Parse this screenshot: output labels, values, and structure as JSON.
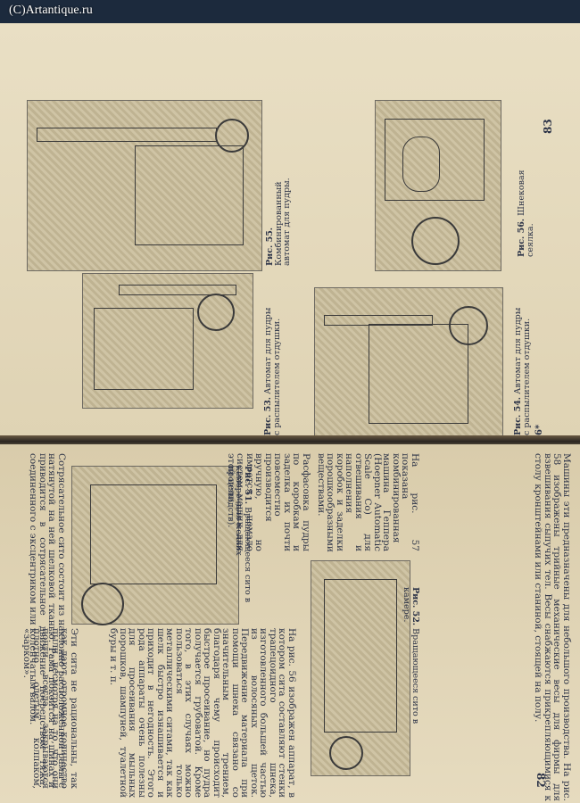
{
  "watermark": "(C)Artantique.ru",
  "top_page": {
    "page_number": "83",
    "signature_mark": "6*",
    "captions": [
      {
        "label": "Рис. 53.",
        "text": "Автомат для пудры с распылителем отдушки."
      },
      {
        "label": "Рис. 55.",
        "text": "Комбинированный автомат для пудры."
      },
      {
        "label": "Рис. 54.",
        "text": "Автомат для пудры с распылителем отдушки."
      },
      {
        "label": "Рис. 56.",
        "text": "Шнековая сеялка."
      }
    ]
  },
  "bottom_page": {
    "page_number": "82",
    "captions": [
      {
        "label": "Рис. 51.",
        "text": "Вращающееся сито в камере (для мелких производств)."
      },
      {
        "label": "Рис. 52.",
        "text": "Вращающееся сито в камере."
      }
    ],
    "paragraphs": [
      "Сотрясательное сито состоит из наклонно расположенной рамы с натянутой на ней шелковой тканью. Рама покоится на шинах и приводится в сотрясательное движение посредством тяжа, соединенного с эксцентриком или коленчатым валом.",
      "Эти сита не рациональны, так как дают огромное количество пыли, несмотря на то, что они почти всегда закрываются плотно одетым колпаком, «зарком».",
      "На рис. 56 изображен аппарат, в котором сита составляют стенки трапецоидного шнека, изготовленного большей частью из волосяных щеток. Передвижение материала при помощи шнека связано со значительным трением, благодаря чему происходит быстрое просеивание, но пудра получается грубоватой. Кроме того, в этих случаях можно пользоваться только металлическими ситами, так как шелк быстро изнашивается и приходит в негодность. Этого рода аппараты очень полезны для просеивания мыльных порошков, шампуней, туалетной буры и т. п.",
      "Расфасовка пудры по коробкам и заделка их почти повсеместно производится вручную, но имеется немало систем машин для этой цели.",
      "На рис. 57 показана комбинированная машина Геппера (Hoepner Automatic Scale Co) для отвешивания и наполнения коробок и заделки порошкообразными веществами.",
      "Машины эти предназначены для небольшого производства. На рис. 58 изображены трийные механические весы для фирмы для взвешивания сыпучих тел. Весы снабжаются прикрепляющимися к столу кронштейнами или станиной, стоящей на полу."
    ]
  }
}
